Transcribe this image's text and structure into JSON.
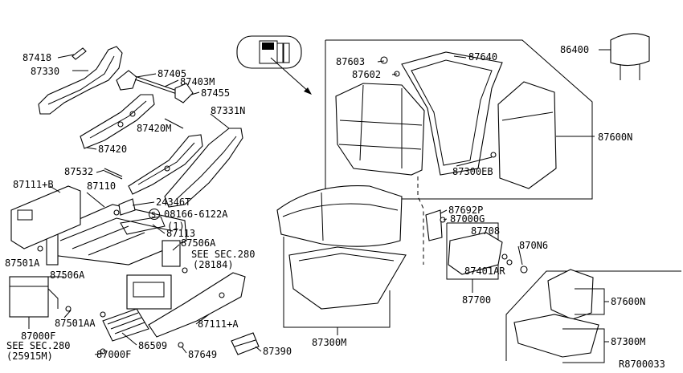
{
  "diagram_code": "R8700033",
  "labels": {
    "p87418": "87418",
    "p87330": "87330",
    "p87405": "87405",
    "p87403m": "87403M",
    "p87455": "87455",
    "p87420m": "87420M",
    "p87331n": "87331N",
    "p87420": "87420",
    "p87532": "87532",
    "p87111b": "87111+B",
    "p87110": "87110",
    "p24346t": "24346T",
    "p08166": "08166-6122A",
    "p08166_qty": "(1)",
    "p08166_mark": "S",
    "p87113": "87113",
    "p87506a_r": "87506A",
    "see_sec280_r": "SEE SEC.280",
    "see_sec280_r_code": "(28184)",
    "p87501a": "87501A",
    "p87506a_l": "87506A",
    "p87501aa": "87501AA",
    "p87000f_top": "87000F",
    "see_sec280_l": "SEE SEC.280",
    "see_sec280_l_code": "(25915M)",
    "p86509": "86509",
    "p87000f_bot": "87000F",
    "p87649": "87649",
    "p87390": "87390",
    "p87111a": "87111+A",
    "p87603": "87603",
    "p87602": "87602",
    "p87640": "87640",
    "p86400": "86400",
    "p87600n": "87600N",
    "p87300eb": "87300EB",
    "p87692p": "87692P",
    "p87000g": "87000G",
    "p87708": "87708",
    "p870n6": "870N6",
    "p87401ar": "87401AR",
    "p87700": "87700",
    "p87300m": "87300M",
    "p87600n_inset": "87600N",
    "p87300m_inset": "87300M"
  }
}
